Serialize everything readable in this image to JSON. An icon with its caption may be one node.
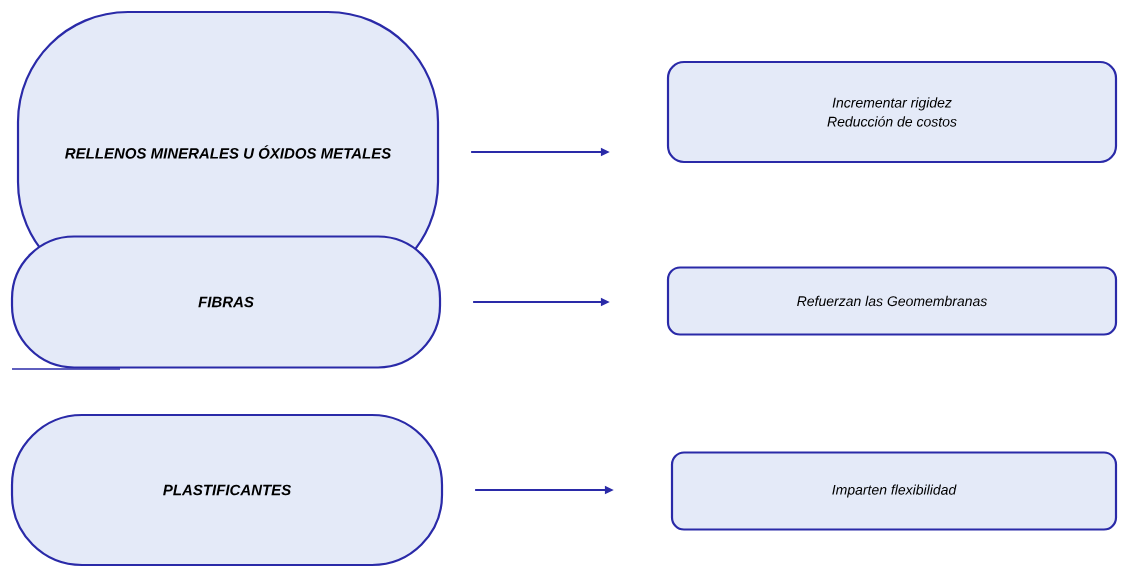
{
  "diagram": {
    "nodes": [
      {
        "text": [
          "RELLENOS MINERALES U ÓXIDOS METALES"
        ]
      },
      {
        "text": [
          "Incrementar rigidez",
          "Reducción de costos"
        ]
      },
      {
        "text": [
          "FIBRAS"
        ]
      },
      {
        "text": [
          "Refuerzan las Geomembranas"
        ]
      },
      {
        "text": [
          "PLASTIFICANTES"
        ]
      },
      {
        "text": [
          "Imparten flexibilidad"
        ]
      }
    ],
    "edges": [
      {
        "from": 0,
        "to": 1,
        "arrow": "to"
      },
      {
        "from": 2,
        "to": 3,
        "arrow": "to"
      },
      {
        "from": 4,
        "to": 5,
        "arrow": "to"
      }
    ]
  }
}
